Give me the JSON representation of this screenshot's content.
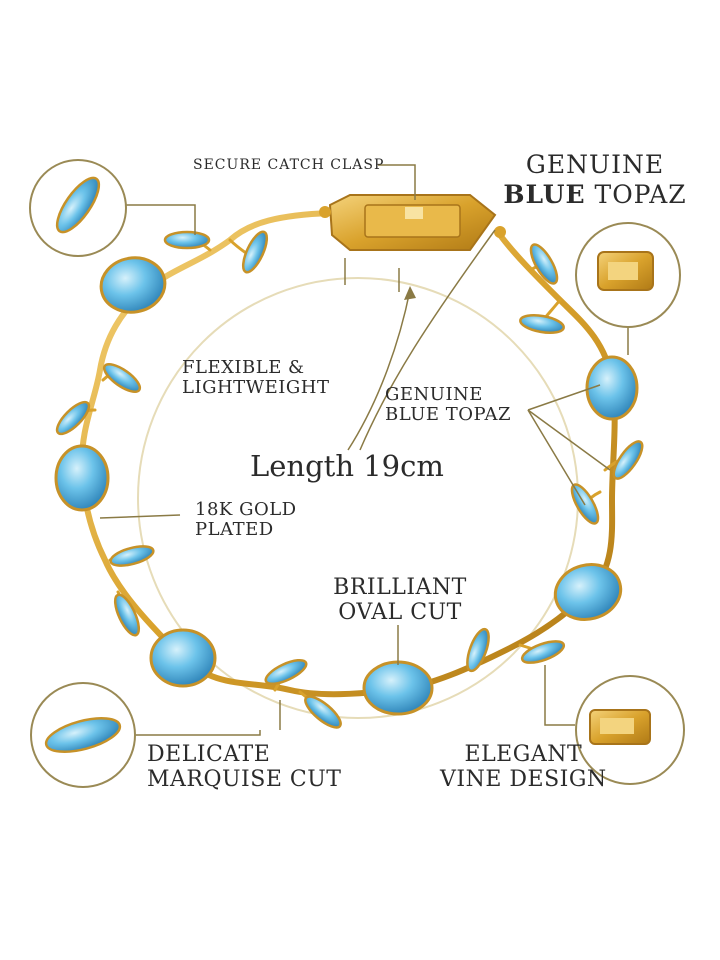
{
  "header": {
    "line1": "GENUINE",
    "line2_bold": "BLUE",
    "line2_rest": "TOPAZ"
  },
  "labels": {
    "clasp": "SECURE CATCH CLASP",
    "flexible_1": "FLEXIBLE &",
    "flexible_2": "LIGHTWEIGHT",
    "topaz_1": "GENUINE",
    "topaz_2": "BLUE TOPAZ",
    "length": "Length 19cm",
    "gold_1": "18K GOLD",
    "gold_2": "PLATED",
    "oval_1": "BRILLIANT",
    "oval_2": "OVAL CUT",
    "marquise_1": "DELICATE",
    "marquise_2": "MARQUISE CUT",
    "vine_1": "ELEGANT",
    "vine_2": "VINE DESIGN"
  },
  "colors": {
    "gold": "#d9a733",
    "gold_dark": "#a8741a",
    "topaz": "#5cb8e3",
    "topaz_dark": "#2f88bf",
    "line": "#7a6a3a"
  }
}
